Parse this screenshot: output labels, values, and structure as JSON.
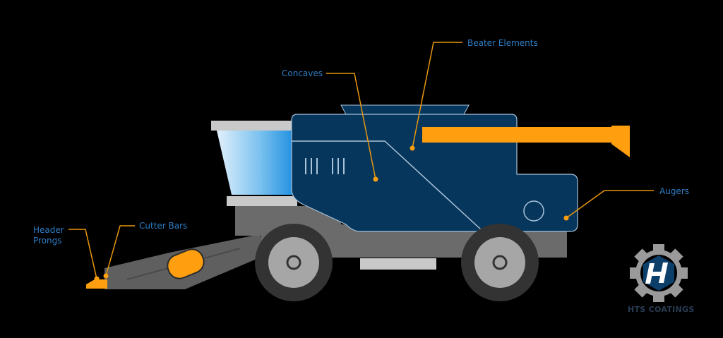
{
  "labels": {
    "beater_elements": "Beater Elements",
    "concaves": "Concaves",
    "augers": "Augers",
    "cutter_bars": "Cutter Bars",
    "header_prongs_line1": "Header",
    "header_prongs_line2": "Prongs"
  },
  "logo": {
    "name": "HTS COATINGS",
    "icon": "gear-h-icon"
  },
  "colors": {
    "background": "#000000",
    "body_blue": "#07365c",
    "outline": "#a9c3da",
    "accent_orange": "#ff9f0f",
    "label_blue": "#2e7dc4",
    "chassis_gray": "#6b6b6b",
    "logo_gray": "#9a9a9a",
    "logo_blue": "#0d3f6b"
  }
}
